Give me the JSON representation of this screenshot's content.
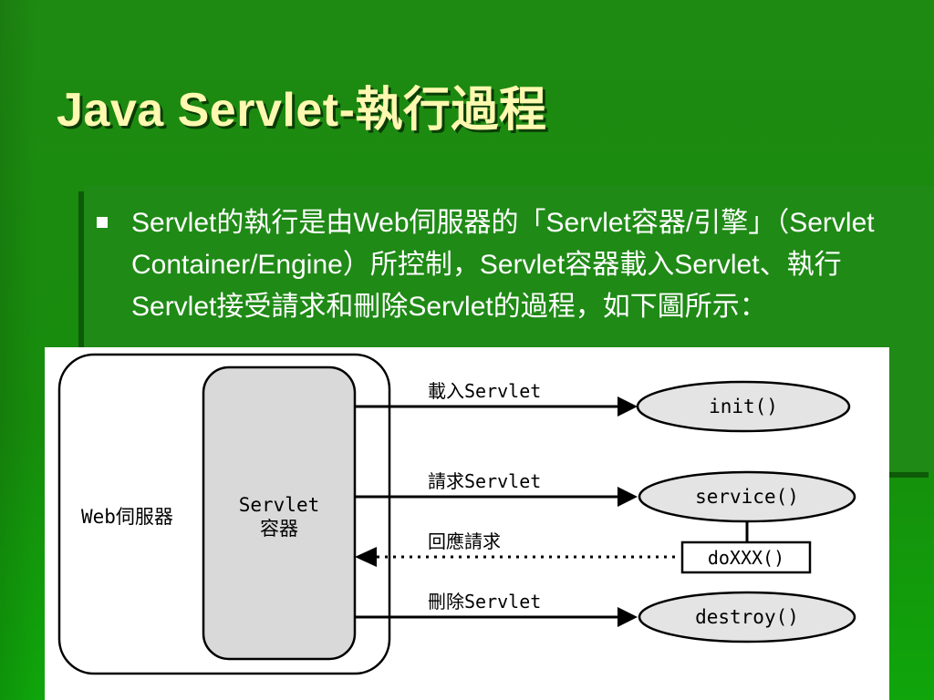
{
  "title": "Java Servlet-執行過程",
  "bullet": {
    "text": "Servlet的執行是由Web伺服器的「Servlet容器/引擎」（Servlet Container/Engine）所控制，Servlet容器載入Servlet、執行Servlet接受請求和刪除Servlet的過程，如下圖所示："
  },
  "diagram": {
    "web_server_label": "Web伺服器",
    "container_label_line1": "Servlet",
    "container_label_line2": "容器",
    "flows": [
      {
        "label": "載入Servlet",
        "target": "init()"
      },
      {
        "label": "請求Servlet",
        "target": "service()"
      },
      {
        "label": "回應請求",
        "target": "doXXX()"
      },
      {
        "label": "刪除Servlet",
        "target": "destroy()"
      }
    ]
  },
  "colors": {
    "background": "#178c0c",
    "title": "#fff8b0",
    "container_fill": "#d9d9d9",
    "ellipse_fill": "#e4e4e4"
  }
}
